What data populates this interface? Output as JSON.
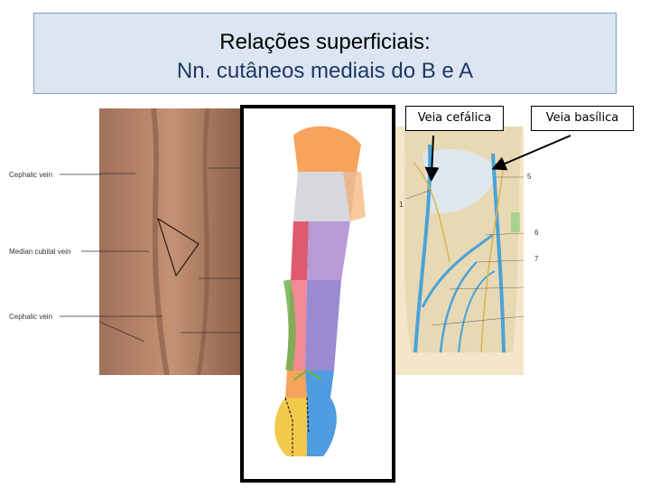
{
  "title": {
    "line1": "Relações superficiais:",
    "line2": "Nn. cutâneos mediais do B e A"
  },
  "left_photo": {
    "labels": [
      "Cephalic vein",
      "Median cubital vein",
      "Cephalic vein"
    ]
  },
  "right_drawing": {
    "numbers": [
      "1",
      "5",
      "6",
      "7"
    ]
  },
  "callouts": {
    "cephalic": "Veia cefálica",
    "basilic": "Veia basílica"
  },
  "colors": {
    "title_bg": "#dce6f2",
    "title_border": "#7f9cc1",
    "title_line2": "#1f3864"
  }
}
